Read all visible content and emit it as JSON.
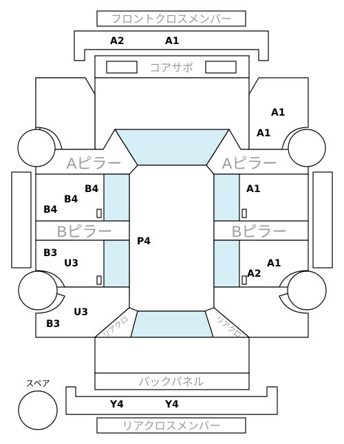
{
  "labels": {
    "front_cross_member": "フロントクロスメンバー",
    "core_support": "コアサポ",
    "a_pillar_left": "Aピラー",
    "a_pillar_right": "Aピラー",
    "b_pillar_left": "Bピラー",
    "b_pillar_right": "Bピラー",
    "back_panel": "バックパネル",
    "rear_cross_member": "リアクロスメンバー",
    "spare": "スペア",
    "rear_left_corner": "リアクロ",
    "rear_right_corner": "リアクロ"
  },
  "codes": {
    "front_a2": "A2",
    "front_a1": "A1",
    "right_top_a1_1": "A1",
    "right_top_a1_2": "A1",
    "right_mid_a1": "A1",
    "right_lower_a1": "A1",
    "right_lower_a2": "A2",
    "left_b4_1": "B4",
    "left_b4_2": "B4",
    "left_b4_3": "B4",
    "left_b3_1": "B3",
    "left_u3_1": "U3",
    "left_u3_2": "U3",
    "left_b3_2": "B3",
    "center_p4": "P4",
    "rear_y4_1": "Y4",
    "rear_y4_2": "Y4"
  },
  "colors": {
    "glass": "#d6eef5",
    "label_gray": "#9a9a9a",
    "line": "#000000"
  }
}
